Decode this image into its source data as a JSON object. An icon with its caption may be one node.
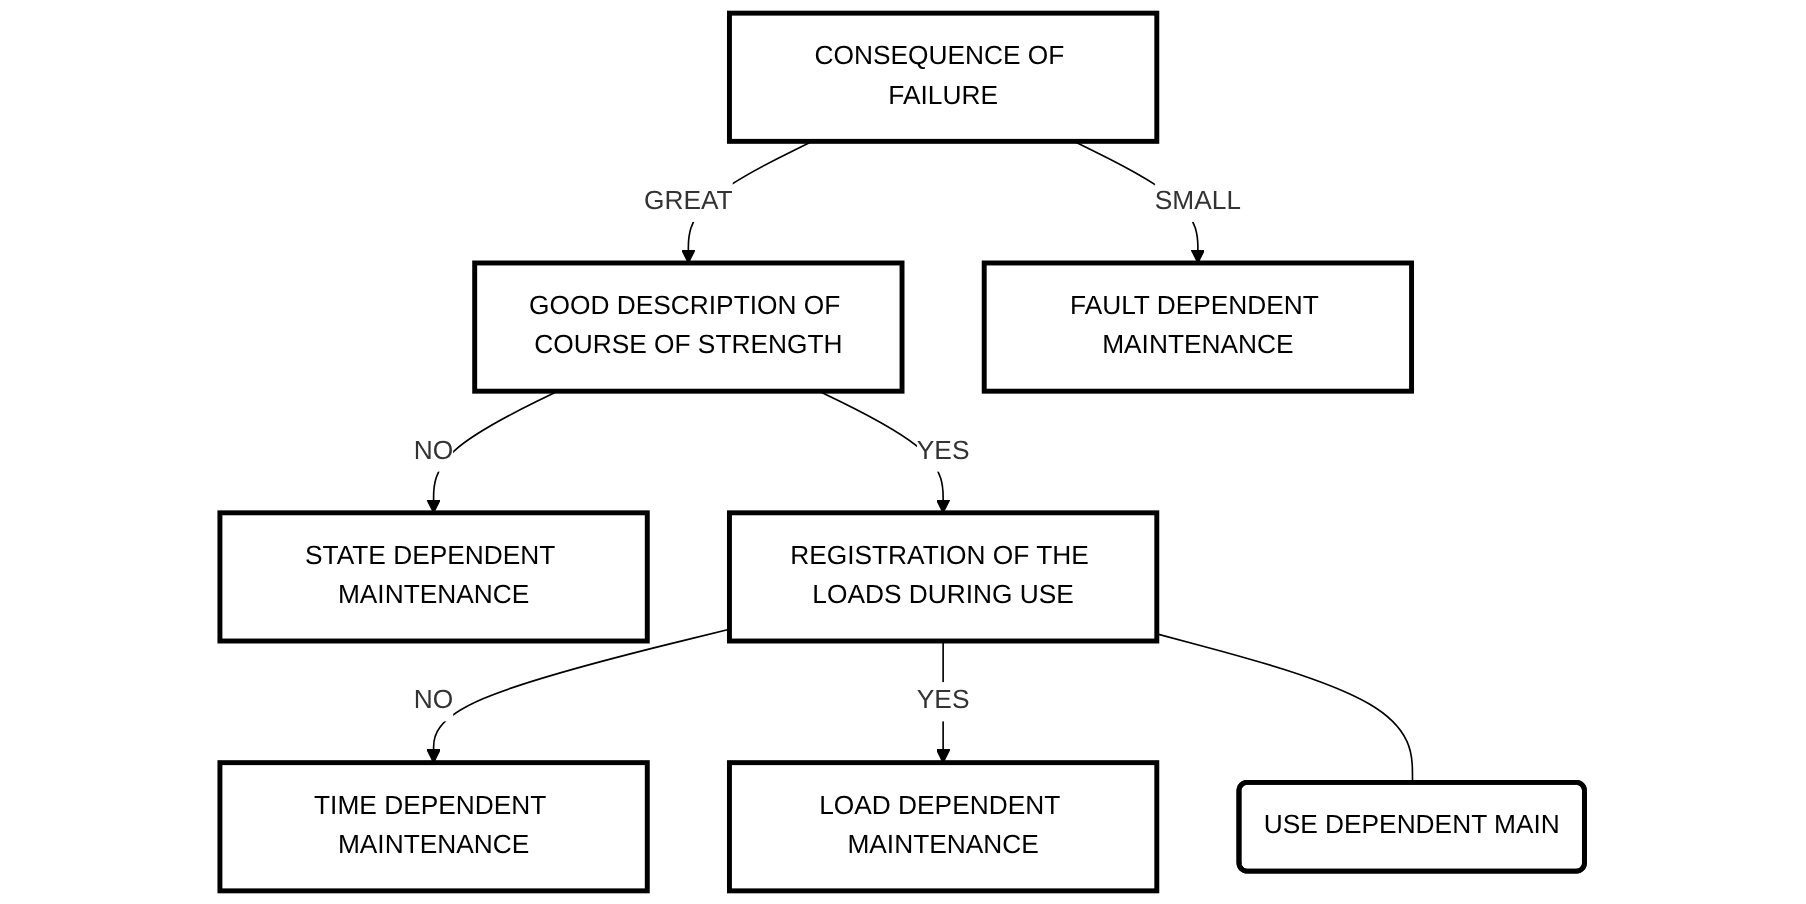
{
  "diagram": {
    "nodes": [
      {
        "text": [
          "CONSEQUENCE OF FAILURE"
        ]
      },
      {
        "text": [
          "GOOD DESCRIPTION OF COURSE OF STRENGTH"
        ]
      },
      {
        "text": [
          "STATE DEPENDENT MAINTENANCE"
        ]
      },
      {
        "text": [
          "FAULT DEPENDENT MAINTENANCE"
        ]
      },
      {
        "text": [
          "REGISTRATION OF THE LOADS DURING USE"
        ]
      },
      {
        "text": [
          "USE DEPENDENT MAIN"
        ]
      },
      {
        "text": [
          "TIME DEPENDENT MAINTENANCE"
        ]
      },
      {
        "text": [
          "LOAD DEPENDENT MAINTENANCE"
        ]
      }
    ],
    "edges": [
      {
        "from": 0,
        "to": 1,
        "arrow": "to",
        "label": "GREAT"
      },
      {
        "from": 1,
        "to": 2,
        "arrow": "to",
        "label": "NO"
      },
      {
        "from": 0,
        "to": 3,
        "arrow": "to",
        "label": "SMALL"
      },
      {
        "from": 1,
        "to": 4,
        "arrow": "to",
        "label": "YES"
      },
      {
        "from": 4,
        "to": 6,
        "arrow": "to",
        "label": "NO"
      },
      {
        "from": 4,
        "to": 7,
        "arrow": "to",
        "label": "YES"
      },
      {
        "from": 4,
        "to": 5,
        "arrow": "none"
      }
    ]
  }
}
